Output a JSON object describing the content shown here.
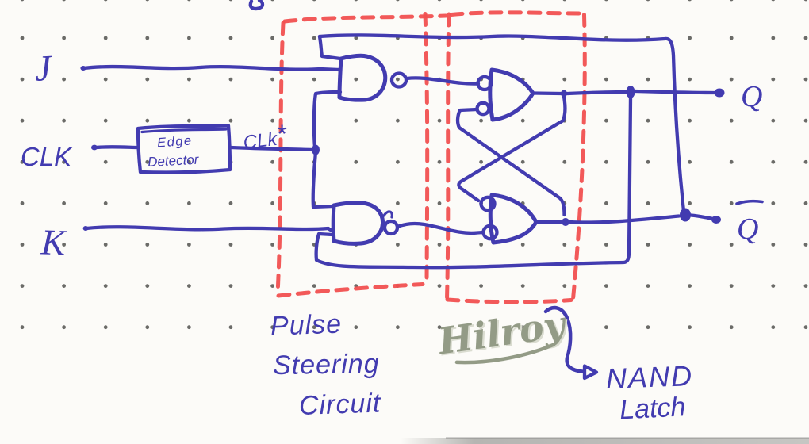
{
  "diagram": {
    "inputs": {
      "j": "J",
      "clk": "CLK",
      "k": "K"
    },
    "edge_detector": {
      "line1": "Edge",
      "line2": "Detector"
    },
    "clk_star": {
      "base": "CLk",
      "mark": "*"
    },
    "outputs": {
      "q": "Q",
      "q_bar": "Q"
    },
    "annotations": {
      "pulse_steering": {
        "line1": "Pulse",
        "line2": "Steering",
        "line3": "Circuit"
      },
      "nand_latch": {
        "line1": "NAND",
        "line2": "Latch"
      }
    },
    "watermark": "Hilroy"
  },
  "colors": {
    "ink": "#423bb0",
    "red": "#f15050",
    "dot": "#6b6b68",
    "wm": "#939b86",
    "wm_light": "#dadcd0",
    "ast": "#8e2d55",
    "paper": "#fcfbf8",
    "page_edge": "#b9b9b9"
  }
}
